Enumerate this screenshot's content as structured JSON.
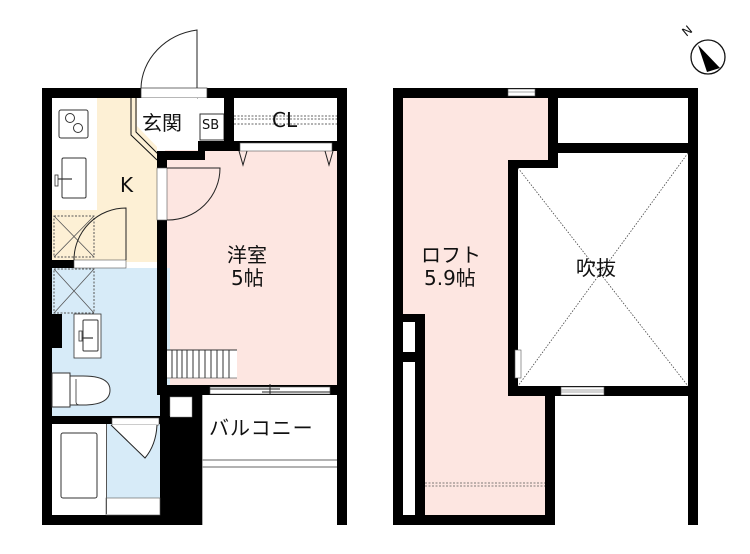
{
  "floor_plan": {
    "colors": {
      "wall": "#000000",
      "kitchen": "#fdf0d5",
      "western_room": "#fde6e1",
      "wet_area": "#d7ebf8",
      "loft": "#fde6e1",
      "background": "#ffffff"
    },
    "compass": {
      "label": "N",
      "icon": "north-arrow-icon"
    },
    "first_floor": {
      "rooms": {
        "entrance": "玄関",
        "shoe_box": "SB",
        "closet": "CL",
        "kitchen": "K",
        "western_room_name": "洋室",
        "western_room_size": "5帖",
        "balcony": "バルコニー"
      }
    },
    "loft_floor": {
      "rooms": {
        "loft_name": "ロフト",
        "loft_size": "5.9帖",
        "void": "吹抜"
      }
    }
  }
}
